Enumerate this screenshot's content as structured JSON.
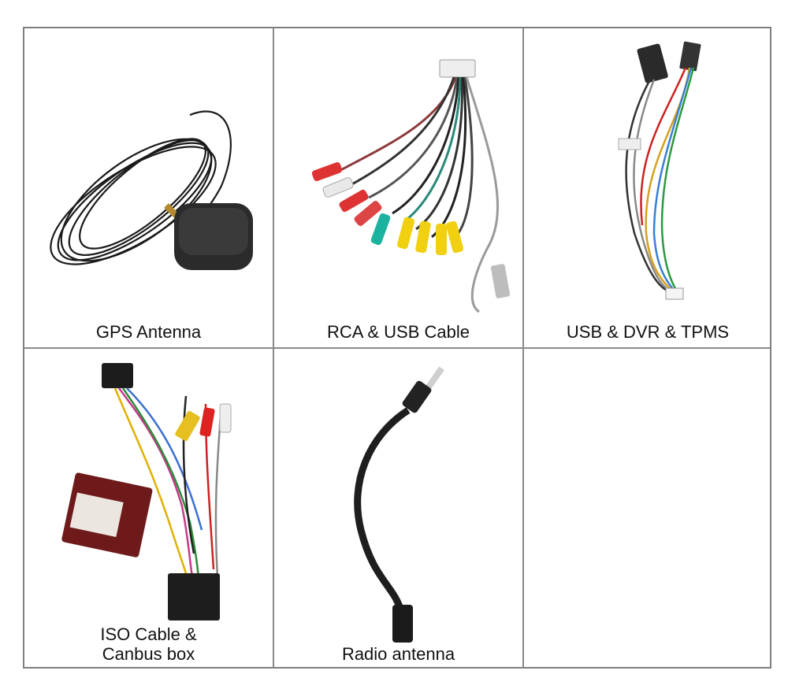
{
  "cells": [
    {
      "label": "GPS Antenna",
      "image": "gps-antenna-photo"
    },
    {
      "label": "RCA & USB Cable",
      "image": "rca-usb-cable-photo"
    },
    {
      "label": "USB & DVR & TPMS",
      "image": "usb-dvr-tpms-cable-photo"
    },
    {
      "label_line1": "ISO Cable &",
      "label_line2": "Canbus box",
      "image": "iso-cable-canbus-box-photo"
    },
    {
      "label": "Radio antenna",
      "image": "radio-antenna-photo"
    },
    {
      "label": "",
      "image": ""
    }
  ],
  "colors": {
    "border": "#8a8a8a",
    "text": "#111111"
  }
}
